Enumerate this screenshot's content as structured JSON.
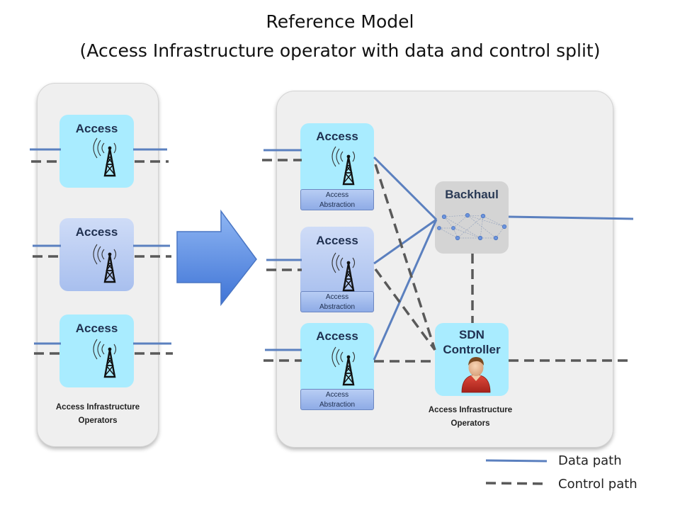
{
  "title": {
    "line1": "Reference Model",
    "line2": "(Access Infrastructure operator with data and control split)"
  },
  "left_panel": {
    "boxes": [
      "Access",
      "Access",
      "Access"
    ],
    "operators_line1": "Access Infrastructure",
    "operators_line2": "Operators"
  },
  "right_panel": {
    "access_boxes": [
      "Access",
      "Access",
      "Access"
    ],
    "abstraction_line1": "Access",
    "abstraction_line2": "Abstraction",
    "backhaul": "Backhaul",
    "sdn_line1": "SDN",
    "sdn_line2": "Controller",
    "operators_line1": "Access Infrastructure",
    "operators_line2": "Operators"
  },
  "legend": {
    "data_path": "Data path",
    "control_path": "Control path"
  },
  "colors": {
    "data_line": "#5b80bf",
    "control_line": "#595959",
    "access_fill": "#a9ecff",
    "arrow": "#5b8fe0"
  },
  "icons": [
    "cell-tower-icon",
    "network-mesh-icon",
    "person-icon",
    "right-arrow-icon"
  ]
}
